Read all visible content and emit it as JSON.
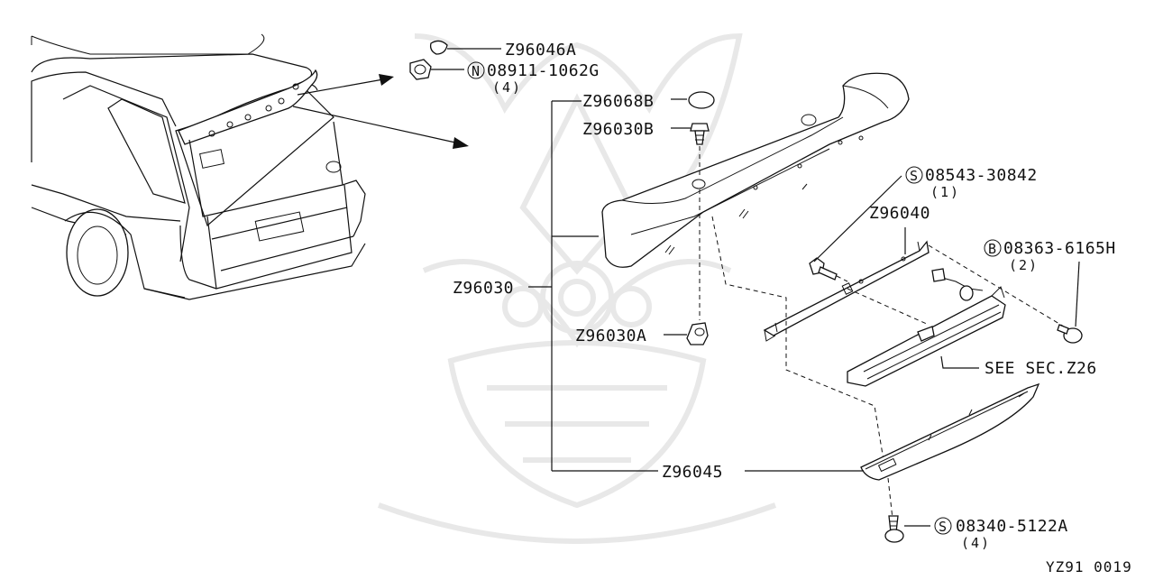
{
  "diagram": {
    "figure_code": "YZ91 0019",
    "callouts": [
      {
        "id": "c1",
        "part": "Z96046A"
      },
      {
        "id": "c2",
        "prefix": "N",
        "part": "08911-1062G",
        "qty": "(4)"
      },
      {
        "id": "c3",
        "part": "Z96068B"
      },
      {
        "id": "c4",
        "part": "Z96030B"
      },
      {
        "id": "c5",
        "prefix": "S",
        "part": "08543-30842",
        "qty": "(1)"
      },
      {
        "id": "c6",
        "part": "Z96040"
      },
      {
        "id": "c7",
        "prefix": "B",
        "part": "08363-6165H",
        "qty": "(2)"
      },
      {
        "id": "c8",
        "part": "Z96030"
      },
      {
        "id": "c9",
        "part": "Z96030A"
      },
      {
        "id": "c10",
        "part": "SEE SEC.Z26"
      },
      {
        "id": "c11",
        "part": "Z96045"
      },
      {
        "id": "c12",
        "prefix": "S",
        "part": "08340-5122A",
        "qty": "(4)"
      }
    ]
  }
}
